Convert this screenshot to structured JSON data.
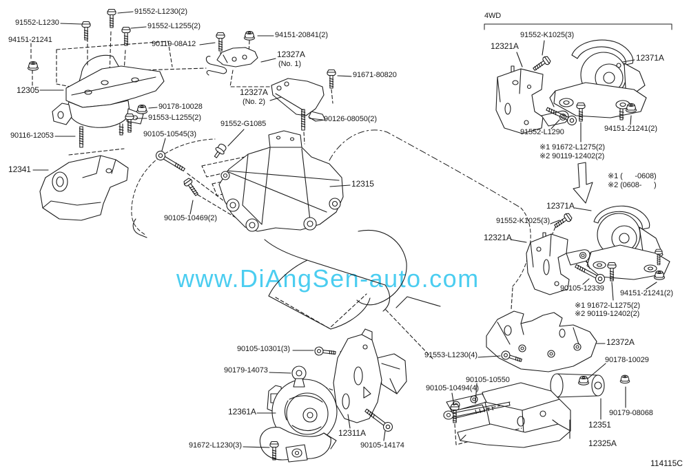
{
  "diagram": {
    "section": "4WD",
    "watermark": "www.DiAngSen-auto.com",
    "drawing_code": "114115C",
    "colors": {
      "line": "#1b1b1b",
      "watermark": "#3cc9ef",
      "background": "#ffffff"
    },
    "labels": {
      "a1": "91552-L1230",
      "a2": "91552-L1230(2)",
      "a3": "91552-L1255(2)",
      "a4": "94151-21241",
      "a5": "90119-08A12",
      "a6": "94151-20841(2)",
      "a7": "12327A",
      "a7b": "(No. 1)",
      "a8": "91671-80820",
      "a9": "12327A",
      "a9b": "(No. 2)",
      "a10": "90126-08050(2)",
      "a11": "91552-G1085",
      "a12": "12305",
      "a13": "90178-10028",
      "a14": "91553-L1255(2)",
      "a15": "90116-12053",
      "a16": "90105-10545(3)",
      "a17": "12341",
      "a18": "90105-10469(2)",
      "a19": "12315",
      "b1": "91552-K1025(3)",
      "b2": "12321A",
      "b3": "12371A",
      "b4": "91552-L1290",
      "b5": "94151-21241(2)",
      "b6": "※1 91672-L1275(2)",
      "b7": "※2 90119-12402(2)",
      "b8": "※1 (      -0608)",
      "b9": "※2 (0608-      )",
      "b10": "12371A",
      "b11": "91552-K1025(3)",
      "b12": "12321A",
      "b13": "90105-12339",
      "b14": "94151-21241(2)",
      "b15": "※1 91672-L1275(2)",
      "b16": "※2 90119-12402(2)",
      "c1": "12372A",
      "c2": "91553-L1230(4)",
      "c3": "90178-10029",
      "c4": "90105-10550",
      "c5": "90105-10494(4)",
      "c6": "90179-08068",
      "c7": "12351",
      "c8": "12325A",
      "d1": "90105-10301(3)",
      "d2": "90179-14073",
      "d3": "12361A",
      "d4": "12311A",
      "d5": "90105-14174",
      "d6": "91672-L1230(3)"
    }
  }
}
